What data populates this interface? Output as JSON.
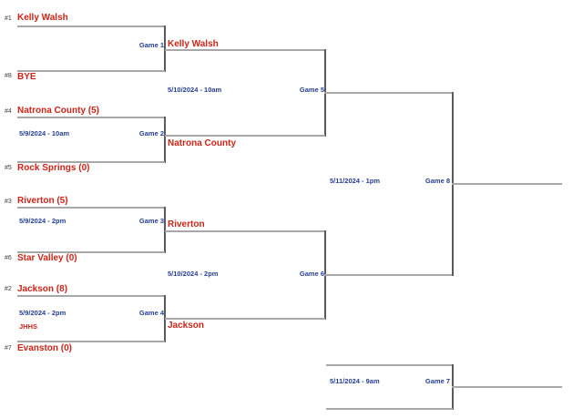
{
  "colors": {
    "team_red": "#cc2418",
    "info_blue": "#243f94",
    "line_gray": "#a8a8a8",
    "line_dark": "#5a5a5a",
    "seed_gray": "#3c3c3c"
  },
  "bracket": {
    "round1": [
      {
        "game": "Game 1",
        "top_seed": "#1",
        "top_team": "Kelly Walsh",
        "bottom_seed": "#8",
        "bottom_team": "BYE",
        "winner": "Kelly Walsh"
      },
      {
        "game": "Game 2",
        "date": "5/9/2024 - 10am",
        "top_seed": "#4",
        "top_team": "Natrona County (5)",
        "bottom_seed": "#5",
        "bottom_team": "Rock Springs (0)",
        "winner": "Natrona County"
      },
      {
        "game": "Game 3",
        "date": "5/9/2024 - 2pm",
        "top_seed": "#3",
        "top_team": "Riverton (5)",
        "bottom_seed": "#6",
        "bottom_team": "Star Valley (0)",
        "winner": "Riverton"
      },
      {
        "game": "Game 4",
        "date": "5/9/2024 - 2pm",
        "venue": "JHHS",
        "top_seed": "#2",
        "top_team": "Jackson (8)",
        "bottom_seed": "#7",
        "bottom_team": "Evanston (0)",
        "winner": "Jackson"
      }
    ],
    "round2": [
      {
        "game": "Game 5",
        "date": "5/10/2024 - 10am"
      },
      {
        "game": "Game 6",
        "date": "5/10/2024 - 2pm"
      }
    ],
    "championship": {
      "game": "Game 8",
      "date": "5/11/2024 - 1pm"
    },
    "consolation": {
      "game": "Game 7",
      "date": "5/11/2024 - 9am"
    }
  }
}
